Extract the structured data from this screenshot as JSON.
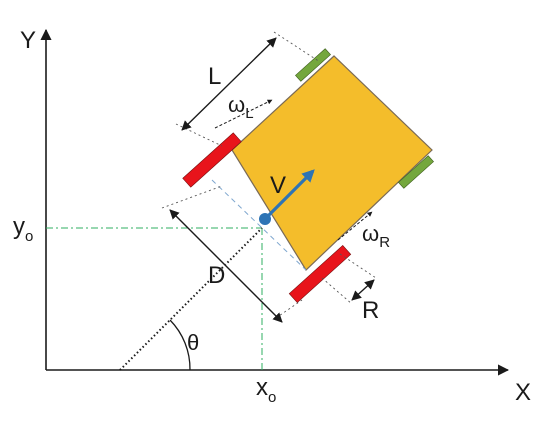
{
  "axes": {
    "x_label": "X",
    "y_label": "Y"
  },
  "origin": {
    "x_main": "x",
    "x_sub": "o",
    "y_main": "y",
    "y_sub": "o"
  },
  "labels": {
    "track_width": "L",
    "omega_left_main": "ω",
    "omega_left_sub": "L",
    "omega_right_main": "ω",
    "omega_right_sub": "R",
    "velocity": "V",
    "offset": "D",
    "wheel_radius": "R",
    "heading": "θ"
  },
  "colors": {
    "body": "#F4BD2B",
    "body_stroke": "#7A6A55",
    "left_wheel": "#E8141B",
    "right_wheel_top": "#74A73D",
    "velocity_arrow": "#2E74B5",
    "guide": "#2FAF62"
  }
}
